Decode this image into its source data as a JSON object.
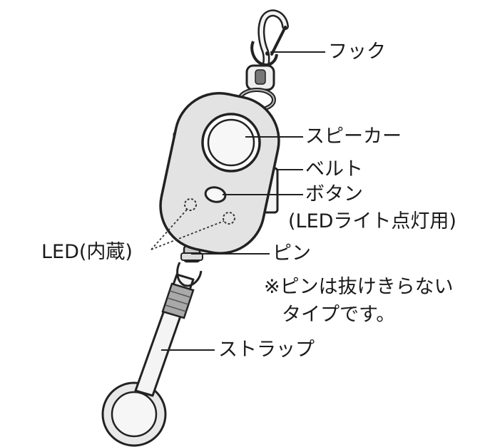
{
  "labels": {
    "hook": "フック",
    "speaker": "スピーカー",
    "belt": "ベルト",
    "button": "ボタン",
    "button_note": "(LEDライト点灯用)",
    "led": "LED(内蔵)",
    "pin": "ピン",
    "pin_note_1": "※ピンは抜けきらない",
    "pin_note_2": "タイプです。",
    "strap": "ストラップ"
  }
}
